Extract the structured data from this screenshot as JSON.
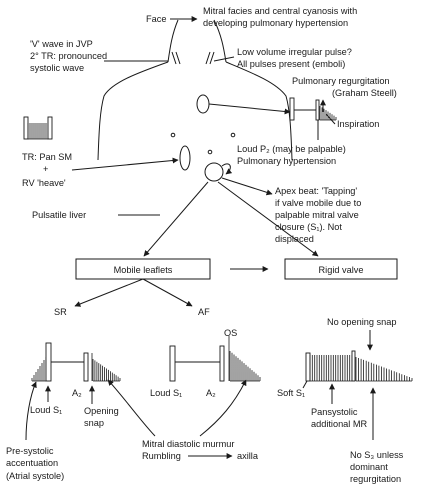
{
  "labels": {
    "face": "Face",
    "facies_1": "Mitral facies and central cyanosis with",
    "facies_2": "developing pulmonary hypertension",
    "jvp_1": "'V' wave in JVP",
    "jvp_2": "2° TR: pronounced",
    "jvp_3": "systolic wave",
    "pulse_1": "Low volume irregular pulse?",
    "pulse_2": "All pulses present (emboli)",
    "pr_1": "Pulmonary regurgitation",
    "pr_2": "(Graham Steell)",
    "inspiration": "Inspiration",
    "tr_1": "TR: Pan SM",
    "tr_2": "+",
    "tr_3": "RV 'heave'",
    "p2_1": "Loud P₂ (may be palpable)",
    "p2_2": "Pulmonary hypertension",
    "apex_1": "Apex beat: 'Tapping'",
    "apex_2": "if valve mobile due to",
    "apex_3": "palpable mitral valve",
    "apex_4": "closure (S₁). Not",
    "apex_5": "displaced",
    "liver": "Pulsatile liver",
    "mobile": "Mobile leaflets",
    "rigid": "Rigid valve",
    "sr": "SR",
    "af": "AF",
    "os": "OS",
    "no_snap": "No opening snap",
    "a2_left": "A₂",
    "a2_mid": "A₂",
    "loud_s1_left": "Loud S₁",
    "opening_snap_1": "Opening",
    "opening_snap_2": "snap",
    "loud_s1_mid": "Loud S₁",
    "soft_s1": "Soft S₁",
    "pansys_1": "Pansystolic",
    "pansys_2": "additional MR",
    "presys_1": "Pre-systolic",
    "presys_2": "accentuation",
    "presys_3": "(Atrial systole)",
    "mdm": "Mitral diastolic murmur",
    "rumbling": "Rumbling",
    "axilla": "axilla",
    "nos3_1": "No S₃ unless",
    "nos3_2": "dominant",
    "nos3_3": "regurgitation"
  }
}
